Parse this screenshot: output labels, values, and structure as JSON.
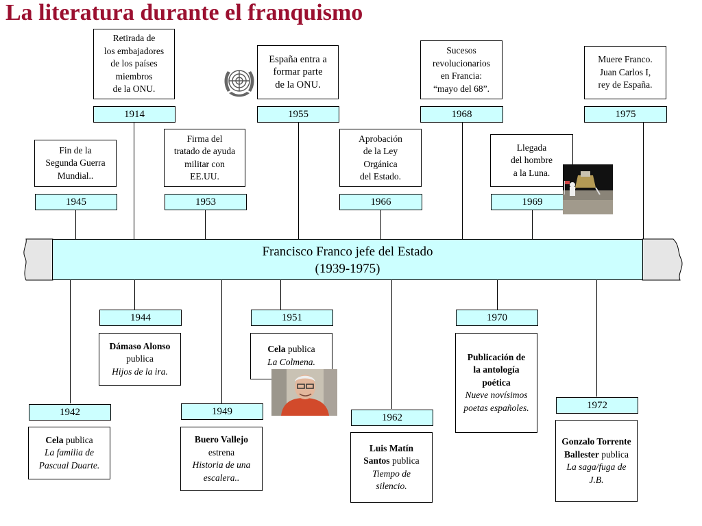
{
  "title": "La literatura durante el franquismo",
  "band": {
    "line1": "Francisco Franco jefe del Estado",
    "line2": "(1939-1975)"
  },
  "top_row1": [
    {
      "year": "1914",
      "lines": [
        "Retirada de",
        "los embajadores",
        "de los países",
        "miembros",
        "de la ONU."
      ]
    },
    {
      "year": "1955",
      "lines": [
        "España entra a",
        "formar parte",
        "de la ONU."
      ]
    },
    {
      "year": "1968",
      "lines": [
        "Sucesos",
        "revolucionarios",
        "en Francia:",
        "“mayo del 68”."
      ]
    },
    {
      "year": "1975",
      "lines": [
        "Muere Franco.",
        "Juan Carlos I,",
        "rey de España."
      ]
    }
  ],
  "top_row2": [
    {
      "year": "1945",
      "lines": [
        "Fin de la",
        "Segunda Guerra",
        "Mundial.."
      ]
    },
    {
      "year": "1953",
      "lines": [
        "Firma del",
        "tratado de ayuda",
        "militar con",
        "EE.UU."
      ]
    },
    {
      "year": "1966",
      "lines": [
        "Aprobación",
        "de la Ley",
        "Orgánica",
        "del Estado."
      ]
    },
    {
      "year": "1969",
      "lines": [
        "Llegada",
        "del hombre",
        "a la Luna."
      ]
    }
  ],
  "bottom": [
    {
      "year": "1944",
      "bold": "Dámaso Alonso",
      "plain": "publica",
      "italic": "Hijos de la ira."
    },
    {
      "year": "1951",
      "bold": "Cela",
      "plain": "publica",
      "italic": "La Colmena."
    },
    {
      "year": "1970",
      "bold": "Publicación de la antología poética",
      "italic": "Nueve novísimos poetas españoles."
    },
    {
      "year": "1942",
      "bold": "Cela",
      "plain": "publica",
      "italic": "La familia de Pascual Duarte."
    },
    {
      "year": "1949",
      "bold": "Buero Vallejo",
      "plain": "estrena",
      "italic": "Historia de una escalera.."
    },
    {
      "year": "1962",
      "bold": "Luis Matín Santos",
      "plain": "publica",
      "italic": "Tiempo de silencio."
    },
    {
      "year": "1972",
      "bold": "Gonzalo Torrente Ballester",
      "plain": "publica",
      "italic": "La saga/fuga de J.B."
    }
  ],
  "images": [
    "un-emblem",
    "moon-landing-photo",
    "cela-portrait-photo"
  ]
}
